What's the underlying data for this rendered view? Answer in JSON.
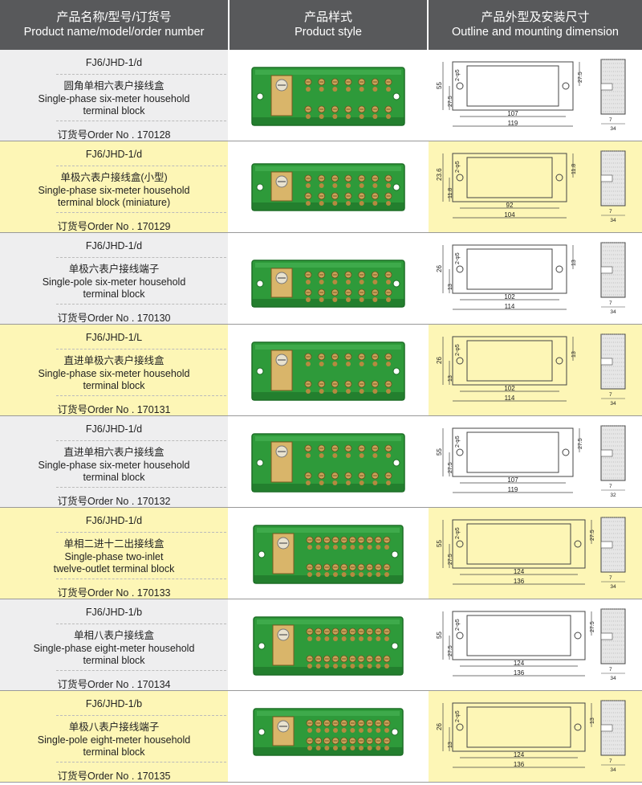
{
  "header": {
    "col1_cn": "产品名称/型号/订货号",
    "col1_en": "Product name/model/order number",
    "col2_cn": "产品样式",
    "col2_en": "Product style",
    "col3_cn": "产品外型及安装尺寸",
    "col3_en": "Outline and mounting dimension"
  },
  "rows": [
    {
      "model": "FJ6/JHD-1/d",
      "name_cn": "圆角单相六表户接线盒",
      "name_en1": "Single-phase six-meter household",
      "name_en2": "terminal block",
      "order": "订货号Order No . 170128",
      "dims": {
        "h": "55",
        "half": "27.5",
        "hole": "2-φ5",
        "w_in": "107",
        "w_out": "119",
        "side_a": "7",
        "side_b": "34"
      }
    },
    {
      "model": "FJ6/JHD-1/d",
      "name_cn": "单极六表户接线盒(小型)",
      "name_en1": "Single-phase six-meter household",
      "name_en2": "terminal block (miniature)",
      "order": "订货号Order No . 170129",
      "dims": {
        "h": "23.6",
        "half": "11.8",
        "hole": "2-φ5",
        "w_in": "92",
        "w_out": "104",
        "side_a": "7",
        "side_b": "34"
      }
    },
    {
      "model": "FJ6/JHD-1/d",
      "name_cn": "单极六表户接线端子",
      "name_en1": "Single-pole six-meter household",
      "name_en2": "terminal block",
      "order": "订货号Order No . 170130",
      "dims": {
        "h": "26",
        "half": "13",
        "hole": "2-φ5",
        "w_in": "102",
        "w_out": "114",
        "side_a": "7",
        "side_b": "34"
      }
    },
    {
      "model": "FJ6/JHD-1/L",
      "name_cn": "直进单极六表户接线盒",
      "name_en1": "Single-phase six-meter household",
      "name_en2": "terminal block",
      "order": "订货号Order No . 170131",
      "dims": {
        "h": "26",
        "half": "13",
        "hole": "2-φ5",
        "w_in": "102",
        "w_out": "114",
        "side_a": "7",
        "side_b": "34"
      }
    },
    {
      "model": "FJ6/JHD-1/d",
      "name_cn": "直进单相六表户接线盒",
      "name_en1": "Single-phase six-meter household",
      "name_en2": "terminal block",
      "order": "订货号Order No . 170132",
      "dims": {
        "h": "55",
        "half": "27.5",
        "hole": "2-φ5",
        "w_in": "107",
        "w_out": "119",
        "side_a": "7",
        "side_b": "32"
      }
    },
    {
      "model": "FJ6/JHD-1/d",
      "name_cn": "单相二进十二出接线盒",
      "name_en1": "Single-phase two-inlet",
      "name_en2": "twelve-outlet terminal block",
      "order": "订货号Order No . 170133",
      "dims": {
        "h": "55",
        "half": "27.5",
        "hole": "2-φ5",
        "w_in": "124",
        "w_out": "136",
        "side_a": "7",
        "side_b": "34"
      }
    },
    {
      "model": "FJ6/JHD-1/b",
      "name_cn": "单相八表户接线盒",
      "name_en1": "Single-phase eight-meter household",
      "name_en2": "terminal block",
      "order": "订货号Order No . 170134",
      "dims": {
        "h": "55",
        "half": "27.5",
        "hole": "2-φ5",
        "w_in": "124",
        "w_out": "136",
        "side_a": "7",
        "side_b": "34"
      }
    },
    {
      "model": "FJ6/JHD-1/b",
      "name_cn": "单极八表户接线端子",
      "name_en1": "Single-pole eight-meter household",
      "name_en2": "terminal block",
      "order": "订货号Order No . 170135",
      "dims": {
        "h": "26",
        "half": "13",
        "hole": "2-φ5",
        "w_in": "124",
        "w_out": "136",
        "side_a": "7",
        "side_b": "34"
      }
    }
  ],
  "colors": {
    "header_bg": "#58595b",
    "odd_bg": "#eeeeef",
    "even_bg": "#fdf6b6",
    "product_green": "#2e9a3a"
  }
}
